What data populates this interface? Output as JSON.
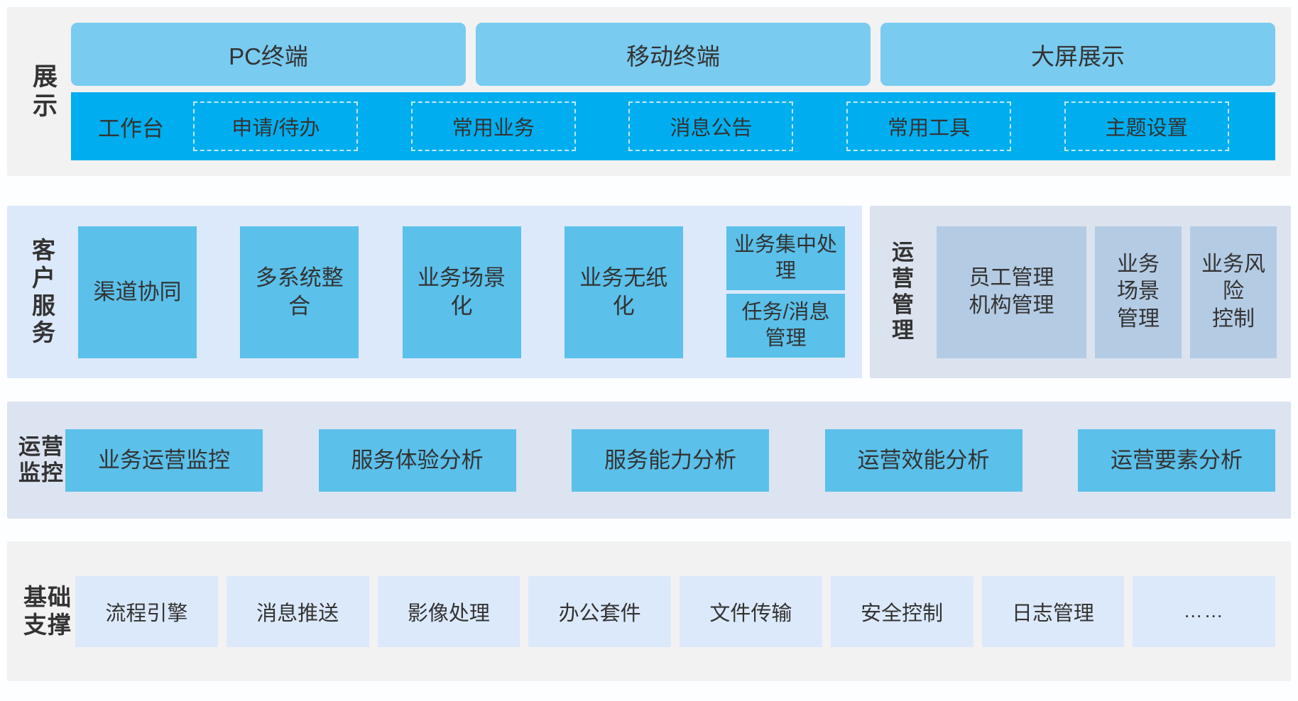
{
  "colors": {
    "page_background": "#fdfeff",
    "presentation_band_background": "#f2f2f2",
    "terminal_tile": "#79cbf0",
    "workbench_bar": "#00aeef",
    "workbench_item_border": "#bfe9fb",
    "customer_band_background": "#dce9fa",
    "customer_tile": "#5bc0ea",
    "operation_band_background": "#dbe3ee",
    "operation_tile": "#b4cbe4",
    "monitor_band_background": "#dce4f1",
    "monitor_tile": "#5bc0ea",
    "foundation_band_background": "#f2f2f2",
    "foundation_tile": "#dce9fa",
    "text": "#333333"
  },
  "presentation": {
    "label": "展示",
    "terminals": [
      {
        "label": "PC终端"
      },
      {
        "label": "移动终端"
      },
      {
        "label": "大屏展示"
      }
    ],
    "workbench": {
      "title": "工作台",
      "items": [
        {
          "label": "申请/待办"
        },
        {
          "label": "常用业务"
        },
        {
          "label": "消息公告"
        },
        {
          "label": "常用工具"
        },
        {
          "label": "主题设置"
        }
      ]
    }
  },
  "customer_service": {
    "label": "客户服务",
    "tiles": [
      {
        "label": "渠道协同"
      },
      {
        "label": "多系统整合"
      },
      {
        "label": "业务场景化"
      },
      {
        "label": "业务无纸化"
      }
    ],
    "stacked": [
      {
        "label": "业务集中处理"
      },
      {
        "label": "任务/消息管理"
      }
    ]
  },
  "operation_management": {
    "label": "运营管理",
    "tiles": [
      {
        "label": "员工管理\n机构管理",
        "size": "wide"
      },
      {
        "label": "业务\n场景\n管理",
        "size": "narrow"
      },
      {
        "label": "业务风\n险\n控制",
        "size": "narrow"
      }
    ]
  },
  "operation_monitor": {
    "label": "运营监控",
    "tiles": [
      {
        "label": "业务运营监控"
      },
      {
        "label": "服务体验分析"
      },
      {
        "label": "服务能力分析"
      },
      {
        "label": "运营效能分析"
      },
      {
        "label": "运营要素分析"
      }
    ]
  },
  "foundation": {
    "label": "基础支撑",
    "tiles": [
      {
        "label": "流程引擎"
      },
      {
        "label": "消息推送"
      },
      {
        "label": "影像处理"
      },
      {
        "label": "办公套件"
      },
      {
        "label": "文件传输"
      },
      {
        "label": "安全控制"
      },
      {
        "label": "日志管理"
      },
      {
        "label": "……"
      }
    ]
  }
}
